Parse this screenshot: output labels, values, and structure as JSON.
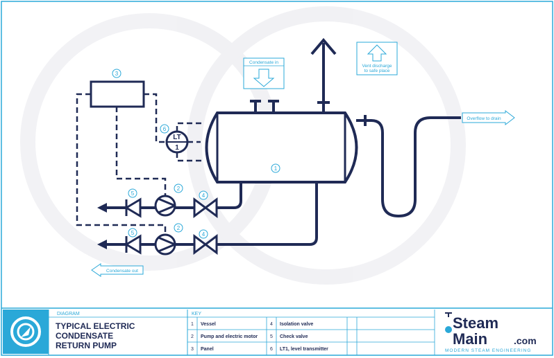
{
  "diagram": {
    "title_block_heading": "DIAGRAM",
    "title_lines": [
      "TYPICAL ELECTRIC",
      "CONDENSATE",
      "RETURN PUMP"
    ],
    "key_heading": "KEY",
    "key_items": [
      {
        "num": "1",
        "label": "Vessel"
      },
      {
        "num": "2",
        "label": "Pump and electric motor"
      },
      {
        "num": "3",
        "label": "Panel"
      },
      {
        "num": "4",
        "label": "Isolation valve"
      },
      {
        "num": "5",
        "label": "Check valve"
      },
      {
        "num": "6",
        "label": "LT1, level transmitter"
      }
    ],
    "callouts": {
      "condensate_in": "Condensate in",
      "vent_line1": "Vent discharge",
      "vent_line2": "to safe place",
      "overflow": "Overflow to drain",
      "condensate_out": "Condensate out"
    },
    "markers": {
      "vessel": "1",
      "pump_top": "2",
      "pump_bottom": "2",
      "panel": "3",
      "valve_top": "4",
      "valve_bottom": "4",
      "check_top": "5",
      "check_bottom": "5",
      "transmitter": "6"
    },
    "transmitter_top": "LT",
    "transmitter_bottom": "1"
  },
  "brand": {
    "logo_line1": "Steam",
    "logo_line2": "Main",
    "logo_suffix": ".com",
    "tagline": "MODERN STEAM ENGINEERING"
  },
  "colors": {
    "navy": "#1f2a55",
    "accent": "#2aa8d8"
  }
}
